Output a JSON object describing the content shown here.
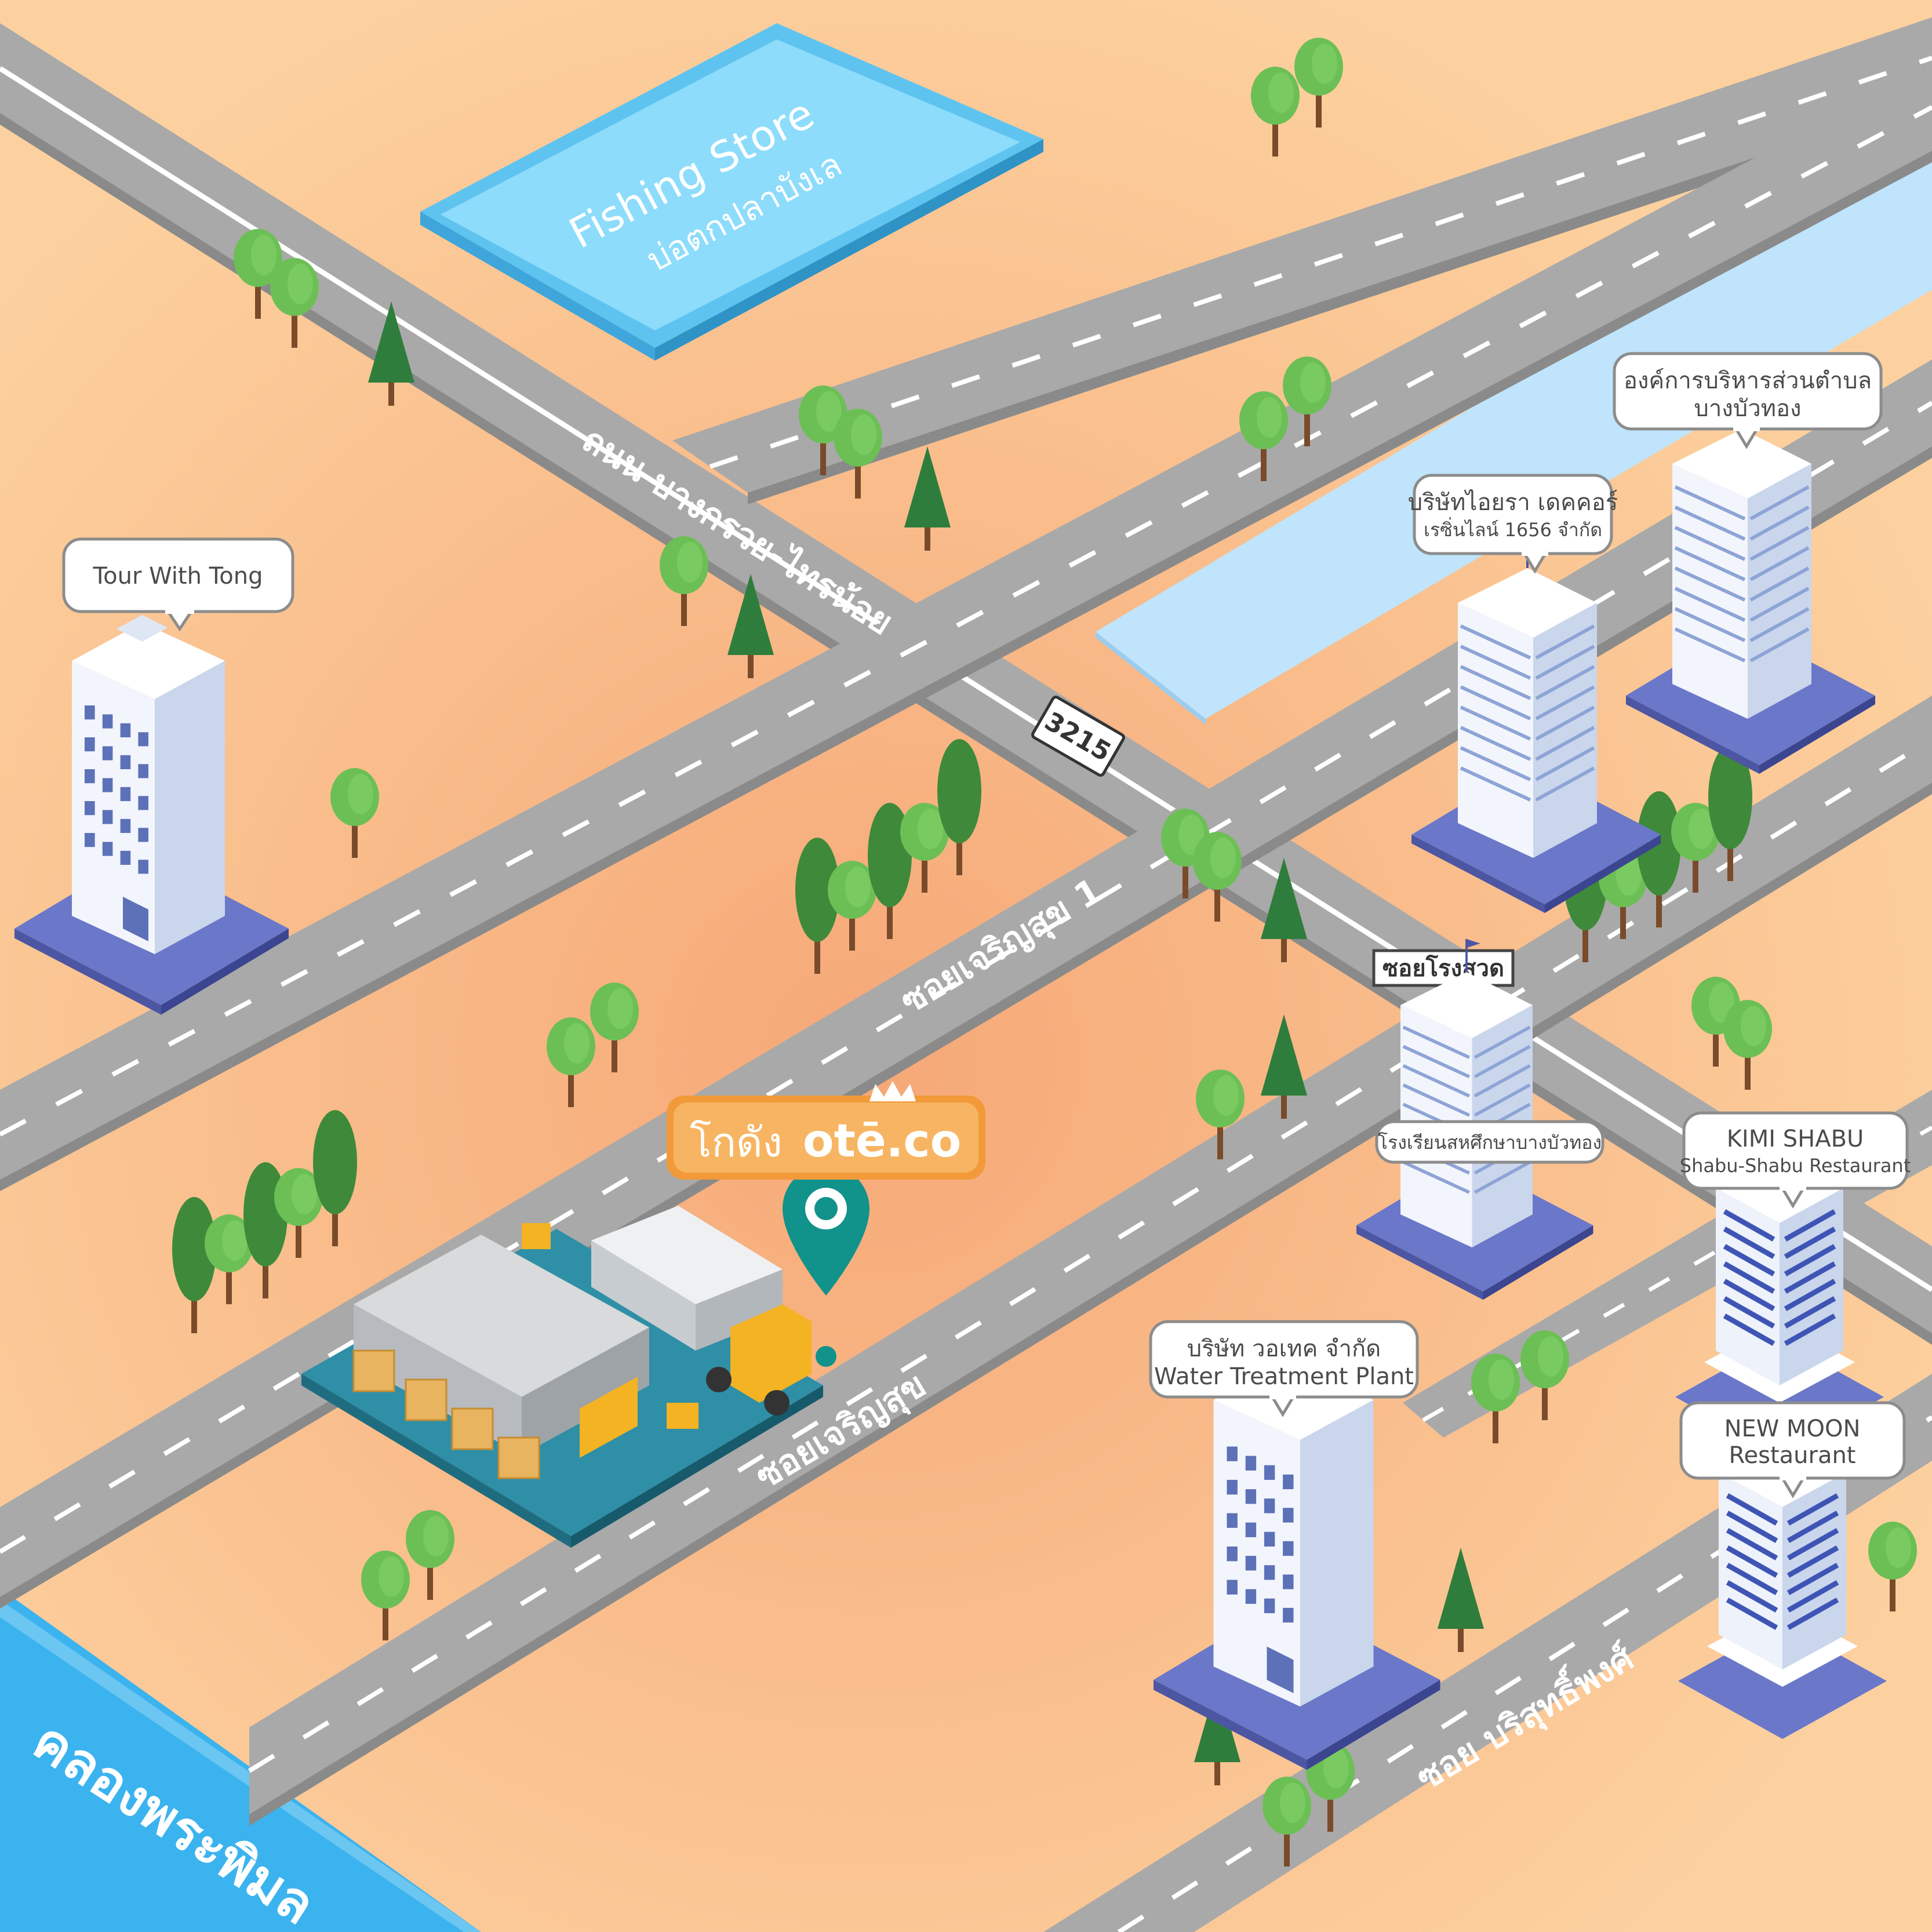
{
  "map": {
    "colors": {
      "ground": "#f9c89a",
      "ground_glow": "#f6a877",
      "road": "#a8a8a8",
      "road_dash": "#ffffff",
      "water": "#bfe4fb",
      "canal": "#3bb3ee",
      "tree": "#5aa84d",
      "building": "#e8eef7",
      "plaza": "#6b78c9",
      "brand_orange": "#f29a3a",
      "pin_teal": "#11928a"
    },
    "roads": {
      "main": "ถนน บางกรวย-ไทรน้อย",
      "main_number": "3215",
      "charoensuk_1": "ซอยเจริญสุข 1",
      "charoensuk": "ซอยเจริญสุข",
      "borisut": "ซอย บริสุทธิ์พงศ์",
      "rongsuat_sign": "ซอยโรงสวด"
    },
    "canal": "คลองพระพิมล",
    "fishing_store": {
      "line1": "Fishing Store",
      "line2": "บ่อตกปลาบังเล"
    },
    "brand": {
      "prefix": "โกดัง",
      "name": "otē.co"
    },
    "callouts": {
      "tour": "Tour With Tong",
      "aira_1": "บริษัทไอยรา เดคคอร์",
      "aira_2": "เรซิ่นไลน์ 1656 จำกัด",
      "obt_1": "องค์การบริหารส่วนตำบล",
      "obt_2": "บางบัวทอง",
      "school": "โรงเรียนสหศึกษาบางบัวทอง",
      "kimi_1": "KIMI SHABU",
      "kimi_2": "Shabu-Shabu Restaurant",
      "watec_1": "บริษัท วอเทค จำกัด",
      "watec_2": "Water Treatment Plant",
      "newmoon_1": "NEW MOON",
      "newmoon_2": "Restaurant"
    },
    "icons": [
      "location-pin-icon",
      "crown-icon",
      "tree-icon",
      "pine-tree-icon",
      "building-icon",
      "warehouse-icon",
      "truck-icon",
      "forklift-icon"
    ]
  }
}
